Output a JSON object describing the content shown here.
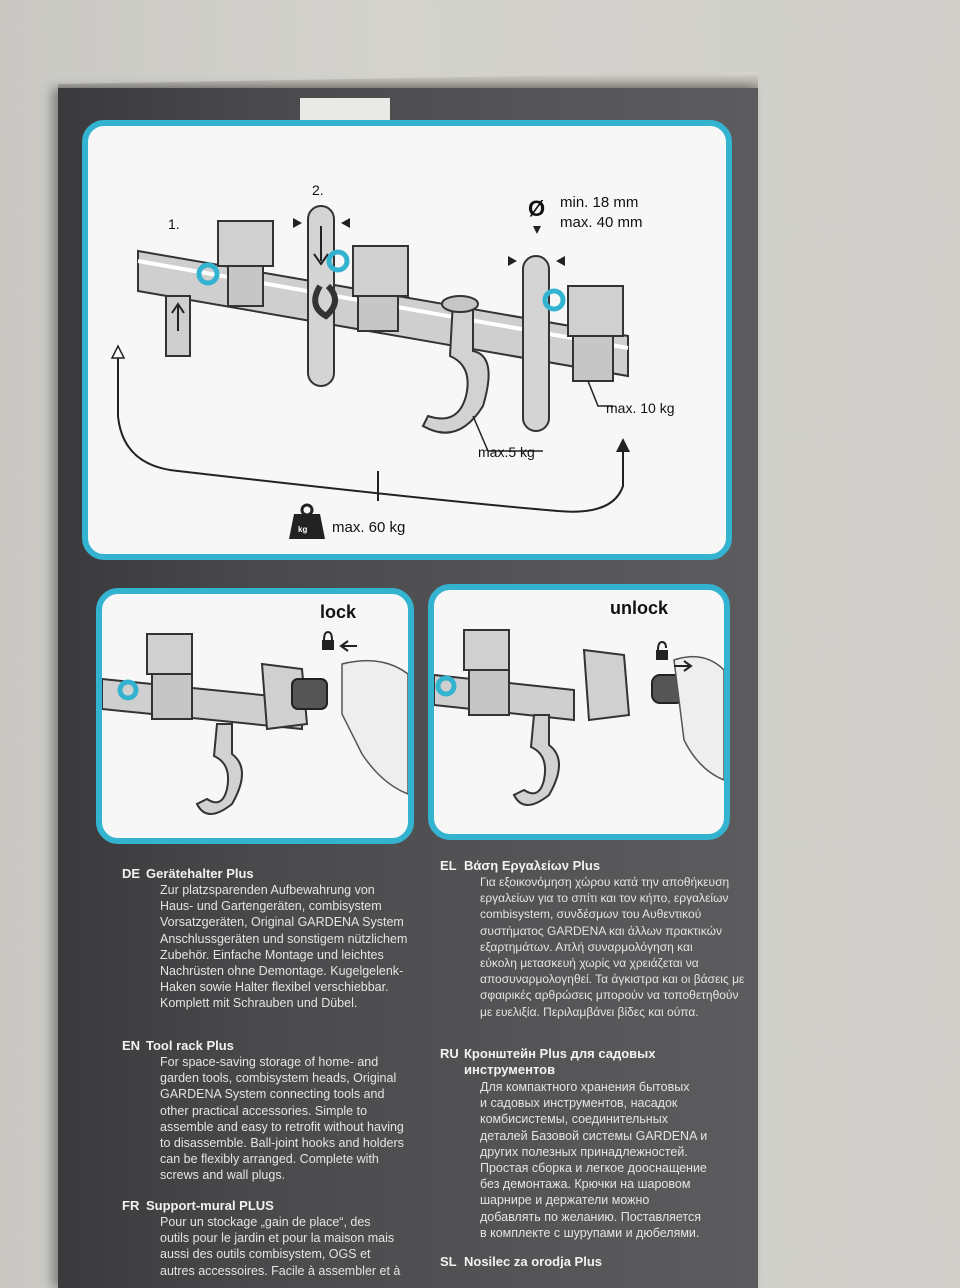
{
  "diagram": {
    "step1": "1.",
    "step2": "2.",
    "diameter_symbol": "Ø",
    "diameter_min": "min. 18 mm",
    "diameter_max": "max. 40 mm",
    "load_holder": "max. 10 kg",
    "load_hook": "max.5 kg",
    "weight_icon_text": "kg",
    "load_total": "max. 60 kg"
  },
  "lock_panel": {
    "label": "lock"
  },
  "unlock_panel": {
    "label": "unlock"
  },
  "texts": {
    "de": {
      "code": "DE",
      "title": "Gerätehalter Plus",
      "lines": [
        "Zur platzsparenden Aufbewahrung von",
        "Haus- und Gartengeräten, combisystem",
        "Vorsatzgeräten, Original GARDENA System",
        "Anschlussgeräten und sonstigem nützlichem",
        "Zubehör. Einfache Montage und leichtes",
        "Nachrüsten ohne Demontage. Kugelgelenk-",
        "Haken sowie Halter flexibel verschiebbar.",
        "Komplett mit Schrauben und Dübel."
      ]
    },
    "en": {
      "code": "EN",
      "title": "Tool rack Plus",
      "lines": [
        "For space-saving storage of home- and",
        "garden tools, combisystem heads, Original",
        "GARDENA System connecting tools and",
        "other practical accessories. Simple to",
        "assemble and easy to retrofit without having",
        "to disassemble. Ball-joint hooks and holders",
        "can be flexibly arranged. Complete with",
        "screws and wall plugs."
      ]
    },
    "fr": {
      "code": "FR",
      "title": "Support-mural PLUS",
      "lines": [
        "Pour un stockage „gain de place“, des",
        "outils pour le jardin et pour la maison mais",
        "aussi des outils combisystem, OGS et",
        "autres accessoires. Facile à assembler et à"
      ]
    },
    "el": {
      "code": "EL",
      "title": "Βάση Εργαλείων Plus",
      "lines": [
        "Για εξοικονόμηση χώρου κατά την αποθήκευση",
        "εργαλείων για το σπίτι και τον κήπο, εργαλείων",
        "combisystem, συνδέσμων του Αυθεντικού",
        "συστήματος GARDENA και άλλων πρακτικών",
        "εξαρτημάτων. Απλή συναρμολόγηση και",
        "εύκολη μετασκευή χωρίς να χρειάζεται να",
        "αποσυναρμολογηθεί. Τα άγκιστρα και οι βάσεις με",
        "σφαιρικές αρθρώσεις μπορούν να τοποθετηθούν",
        "με ευελιξία. Περιλαμβάνει βίδες και ούπα."
      ]
    },
    "ru": {
      "code": "RU",
      "title": "Кронштейн Plus для садовых инструментов",
      "lines": [
        "Для компактного хранения бытовых",
        "и садовых инструментов, насадок",
        "комбисистемы, соединительных",
        "деталей Базовой системы GARDENA и",
        "других полезных принадлежностей.",
        "Простая сборка и легкое дооснащение",
        "без демонтажа. Крючки на шаровом",
        "шарнире и держатели можно",
        "добавлять по желанию. Поставляется",
        "в комплекте с шурупами и дюбелями."
      ]
    },
    "sl": {
      "code": "SL",
      "title": "Nosilec za orodja Plus",
      "lines": []
    }
  }
}
